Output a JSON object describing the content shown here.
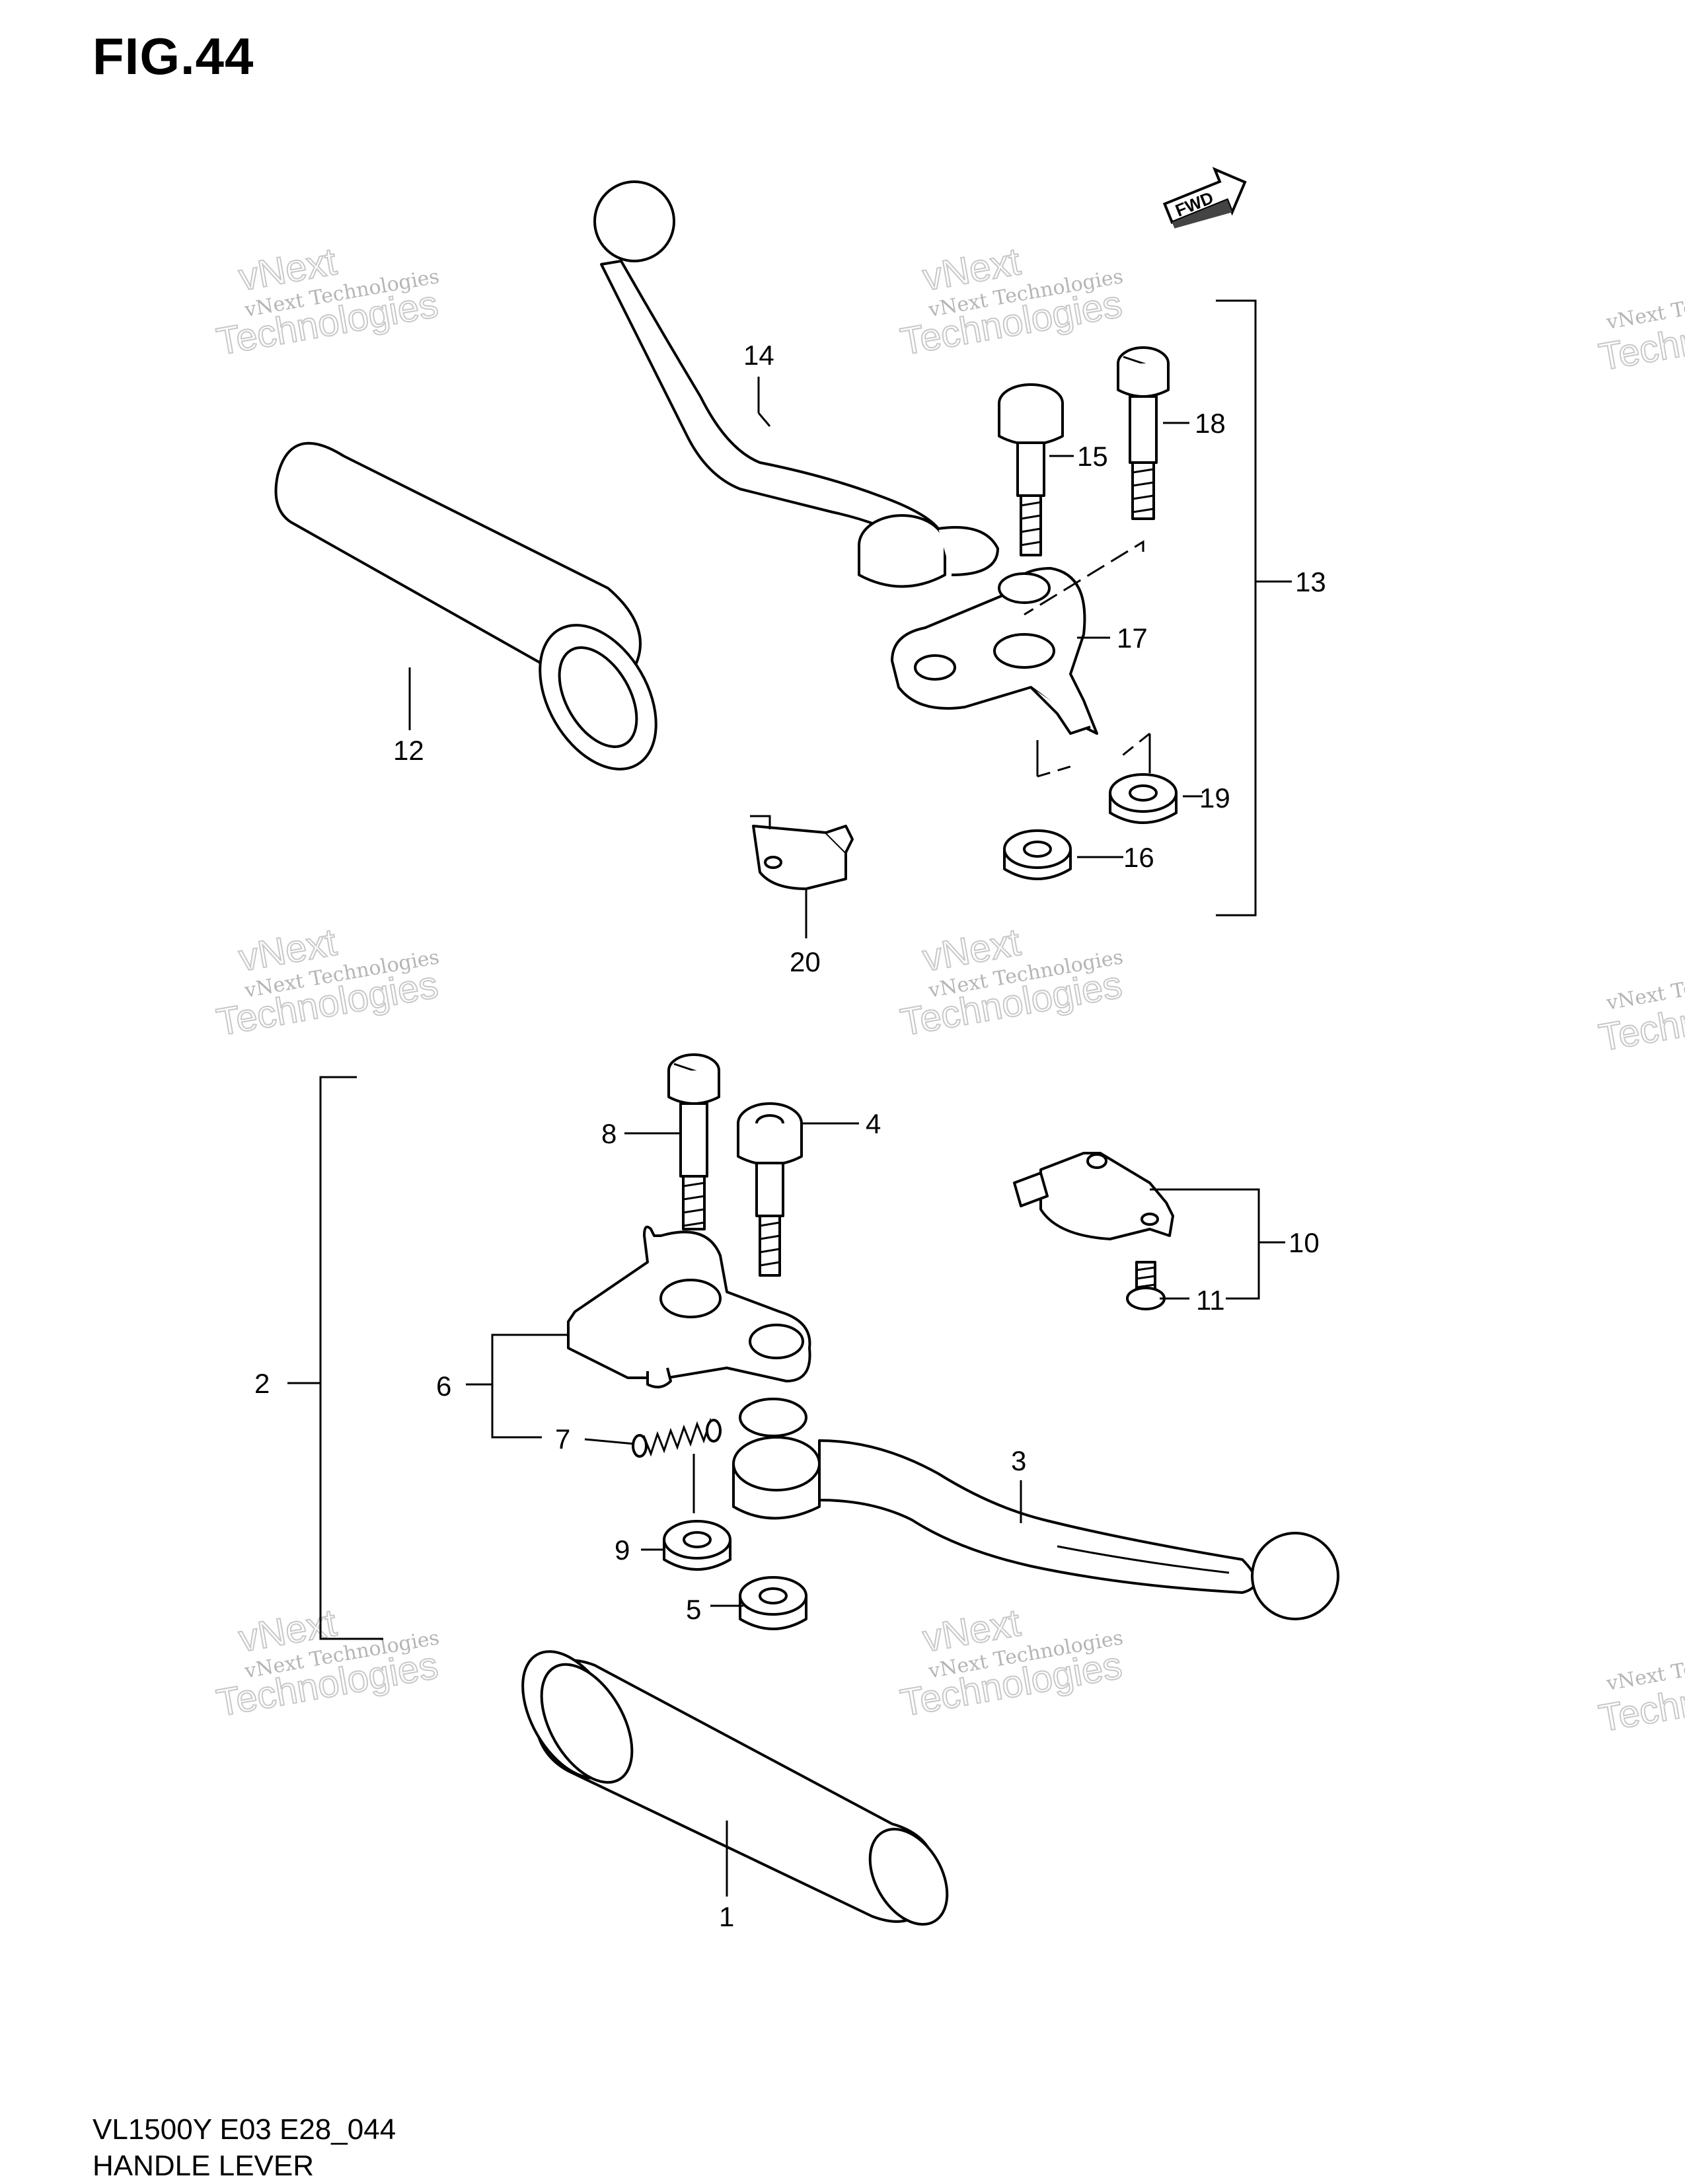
{
  "figure": {
    "title": "FIG.44"
  },
  "fwd_badge": "FWD",
  "watermark": {
    "line1": "vNext Technologies",
    "line2": "vNext",
    "line3": "Technologies"
  },
  "parts": [
    {
      "id": "1",
      "label": "1"
    },
    {
      "id": "2",
      "label": "2"
    },
    {
      "id": "3",
      "label": "3"
    },
    {
      "id": "4",
      "label": "4"
    },
    {
      "id": "5",
      "label": "5"
    },
    {
      "id": "6",
      "label": "6"
    },
    {
      "id": "7",
      "label": "7"
    },
    {
      "id": "8",
      "label": "8"
    },
    {
      "id": "9",
      "label": "9"
    },
    {
      "id": "10",
      "label": "10"
    },
    {
      "id": "11",
      "label": "11"
    },
    {
      "id": "12",
      "label": "12"
    },
    {
      "id": "13",
      "label": "13"
    },
    {
      "id": "14",
      "label": "14"
    },
    {
      "id": "15",
      "label": "15"
    },
    {
      "id": "16",
      "label": "16"
    },
    {
      "id": "17",
      "label": "17"
    },
    {
      "id": "18",
      "label": "18"
    },
    {
      "id": "19",
      "label": "19"
    },
    {
      "id": "20",
      "label": "20"
    }
  ],
  "footer": {
    "model_code": "VL1500Y E03 E28_044",
    "section_name": "HANDLE LEVER"
  }
}
